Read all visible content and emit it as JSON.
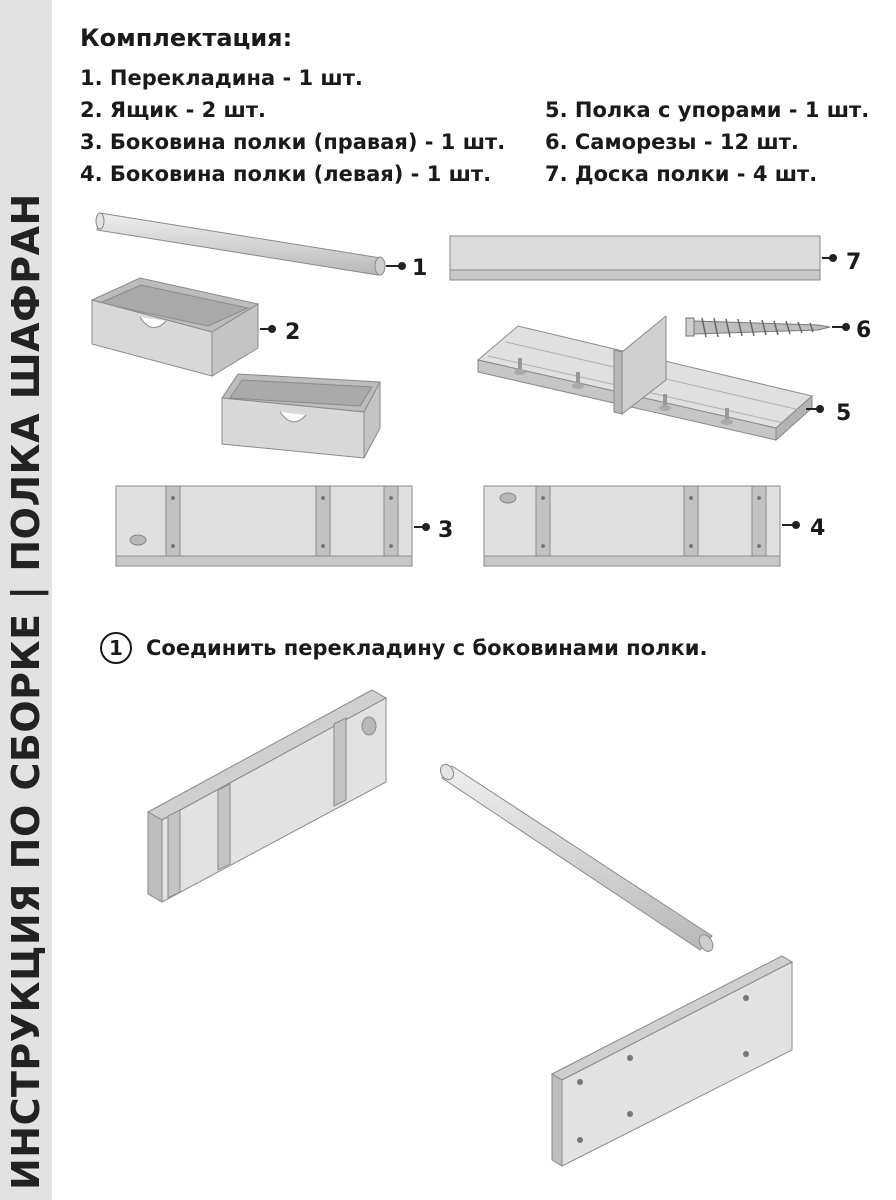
{
  "sidebar": {
    "title": "ИНСТРУКЦИЯ ПО СБОРКЕ | ПОЛКА ШАФРАН"
  },
  "kit": {
    "heading": "Комплектация:",
    "items_left": [
      "1. Перекладина - 1 шт.",
      "2. Ящик - 2 шт.",
      "3. Боковина полки (правая) - 1 шт.",
      "4. Боковина полки (левая) - 1 шт."
    ],
    "items_right": [
      "5. Полка с упорами - 1 шт.",
      "6. Саморезы - 12 шт.",
      "7. Доска полки - 4 шт."
    ]
  },
  "callouts": [
    "1",
    "2",
    "3",
    "4",
    "5",
    "6",
    "7"
  ],
  "step1": {
    "number": "1",
    "text": "Соединить перекладину с боковинами полки."
  }
}
